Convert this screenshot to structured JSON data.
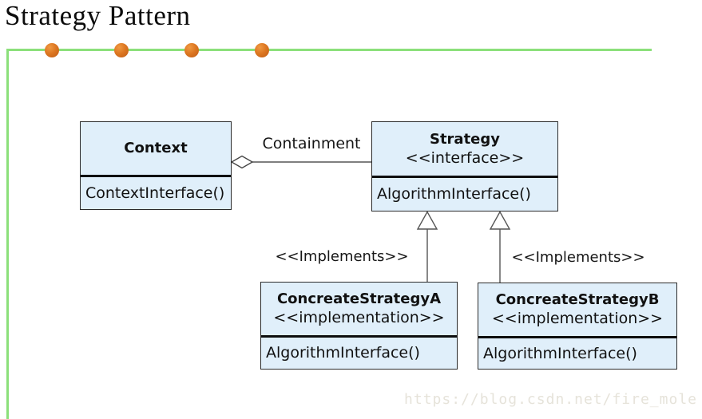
{
  "title": "Strategy Pattern",
  "watermark": "https://blog.csdn.net/fire_mole",
  "colors": {
    "accent_green": "#8ce07b",
    "accent_dot_orange": "#dd7722",
    "box_fill": "#e0effa",
    "box_border": "#2b2b2b",
    "divider": "#0e0e0e",
    "connector": "#555555",
    "watermark_gray": "#e6e3da"
  },
  "diagram": {
    "classes": [
      {
        "id": "context",
        "name": "Context",
        "stereotype": "",
        "methods": [
          "ContextInterface()"
        ]
      },
      {
        "id": "strategy",
        "name": "Strategy",
        "stereotype": "<<interface>>",
        "methods": [
          "AlgorithmInterface()"
        ]
      },
      {
        "id": "concreteA",
        "name": "ConcreateStrategyA",
        "stereotype": "<<implementation>>",
        "methods": [
          "AlgorithmInterface()"
        ]
      },
      {
        "id": "concreteB",
        "name": "ConcreateStrategyB",
        "stereotype": "<<implementation>>",
        "methods": [
          "AlgorithmInterface()"
        ]
      }
    ],
    "relations": [
      {
        "type": "aggregation",
        "label": "Containment",
        "from": "Context",
        "to": "Strategy"
      },
      {
        "type": "realization",
        "label": "<<Implements>>",
        "from": "ConcreateStrategyA",
        "to": "Strategy"
      },
      {
        "type": "realization",
        "label": "<<Implements>>",
        "from": "ConcreateStrategyB",
        "to": "Strategy"
      }
    ]
  }
}
